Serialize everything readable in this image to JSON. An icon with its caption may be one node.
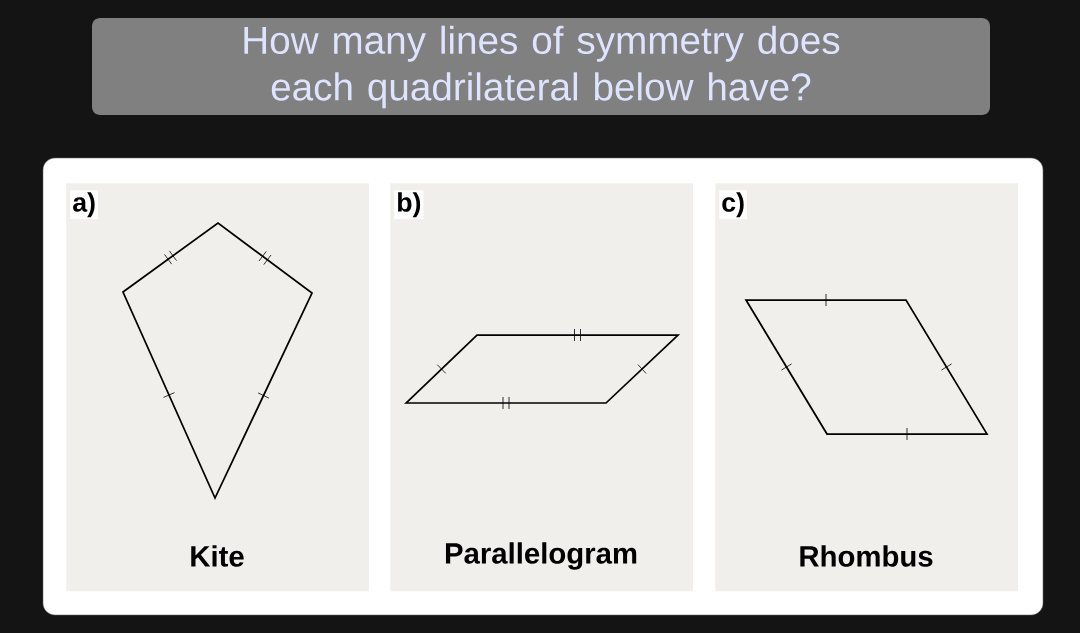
{
  "diagram": {
    "title": "How many lines of symmetry does each quadrilateral below have?",
    "nodes": [
      {
        "text": [
          "a)",
          "Kite"
        ]
      },
      {
        "text": [
          "b)",
          "Parallelogram"
        ]
      },
      {
        "text": [
          "c)",
          "Rhombus"
        ]
      }
    ]
  }
}
